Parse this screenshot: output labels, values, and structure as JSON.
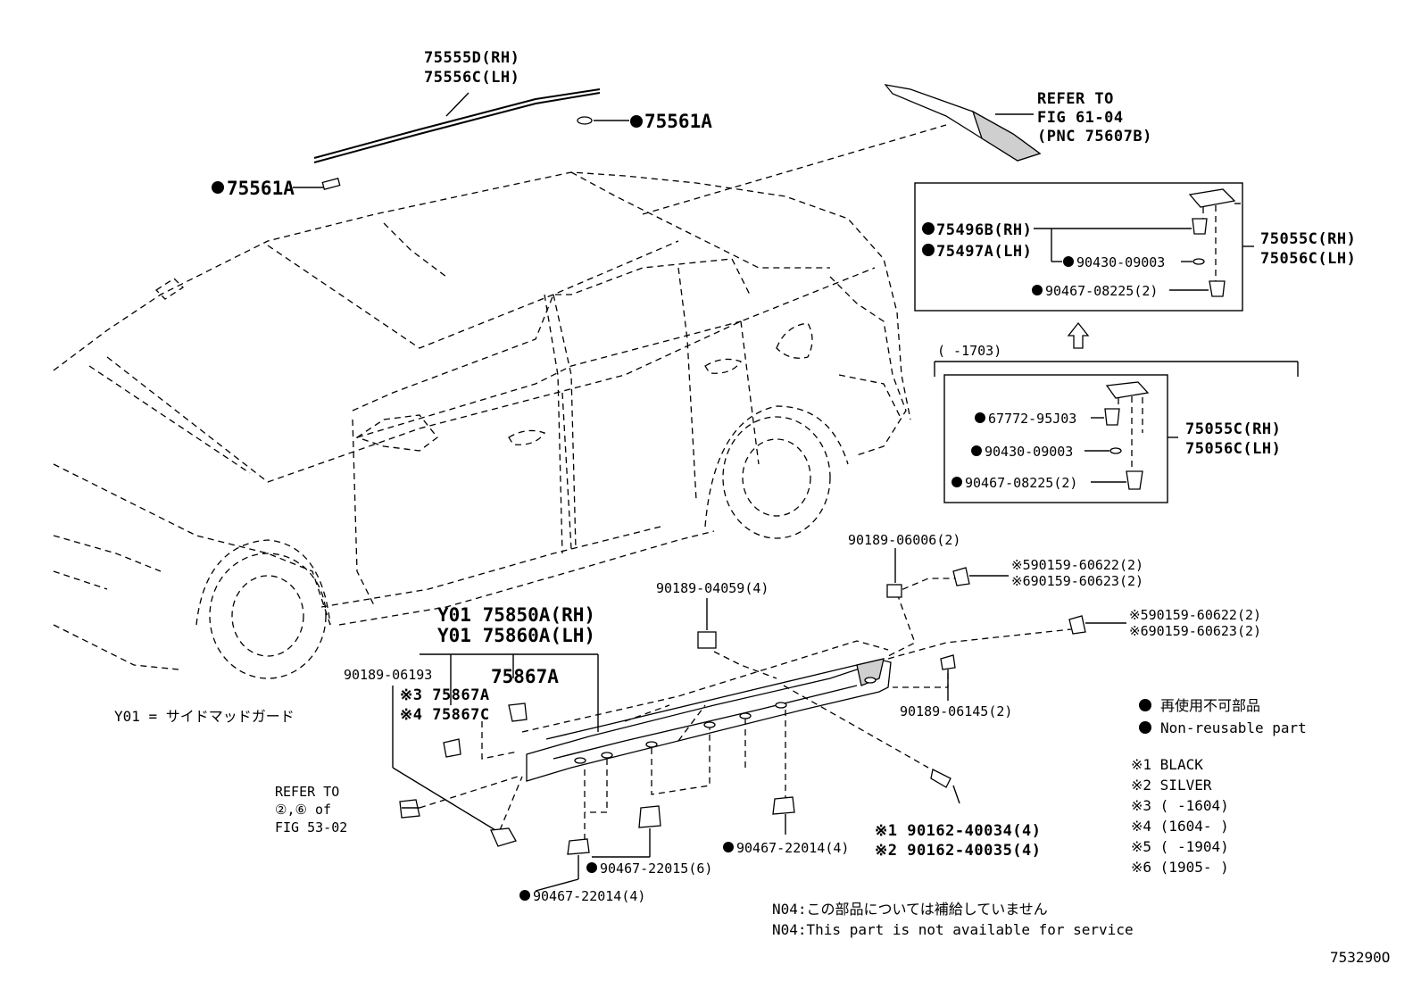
{
  "labels": {
    "moulding_rh": "75555D(RH)",
    "moulding_lh": "75556C(LH)",
    "clip_upper_right": "75561A",
    "clip_upper_left": "75561A",
    "refer_to": "REFER TO",
    "fig_61_04": "FIG 61-04",
    "pnc": "(PNC 75607B)",
    "box1_clip_rh": "75496B(RH)",
    "box1_clip_lh": "75497A(LH)",
    "box1_washer": "90430-09003",
    "box1_clip2": "90467-08225(2)",
    "box1_assy_rh": "75055C(RH)",
    "box1_assy_lh": "75056C(LH)",
    "range_1703": "(      -1703)",
    "box2_clip": "67772-95J03",
    "box2_washer": "90430-09003",
    "box2_clip2": "90467-08225(2)",
    "box2_assy_rh": "75055C(RH)",
    "box2_assy_lh": "75056C(LH)",
    "clip_06006": "90189-06006(2)",
    "screw_60622_a": "※590159-60622(2)",
    "screw_60623_a": "※690159-60623(2)",
    "clip_04059": "90189-04059(4)",
    "screw_60622_b": "※590159-60622(2)",
    "screw_60623_b": "※690159-60623(2)",
    "guard_rh": "Y01 75850A(RH)",
    "guard_lh": "Y01 75860A(LH)",
    "clip_06193": "90189-06193",
    "clip_75867a": "75867A",
    "clip_75867a_s3": "※3 75867A",
    "clip_75867c_s4": "※4 75867C",
    "clip_06145": "90189-06145(2)",
    "y01_note": "Y01 = サイドマッドガード",
    "refer_to_2": "REFER TO",
    "refer_circles": "②,⑥ of",
    "fig_53_02": "FIG 53-02",
    "screw_40034": "※1 90162-40034(4)",
    "screw_40035": "※2 90162-40035(4)",
    "clip_22014_a": "90467-22014(4)",
    "clip_22015": "90467-22015(6)",
    "clip_22014_b": "90467-22014(4)",
    "legend_jp": "再使用不可部品",
    "legend_en": "Non-reusable part",
    "note1": "※1 BLACK",
    "note2": "※2 SILVER",
    "note3": "※3 (      -1604)",
    "note4": "※4 (1604-      )",
    "note5": "※5 (      -1904)",
    "note6": "※6 (1905-      )",
    "n04_jp": "N04:この部品については補給していません",
    "n04_en": "N04:This part is not available for service",
    "figure_id": "753290O"
  }
}
